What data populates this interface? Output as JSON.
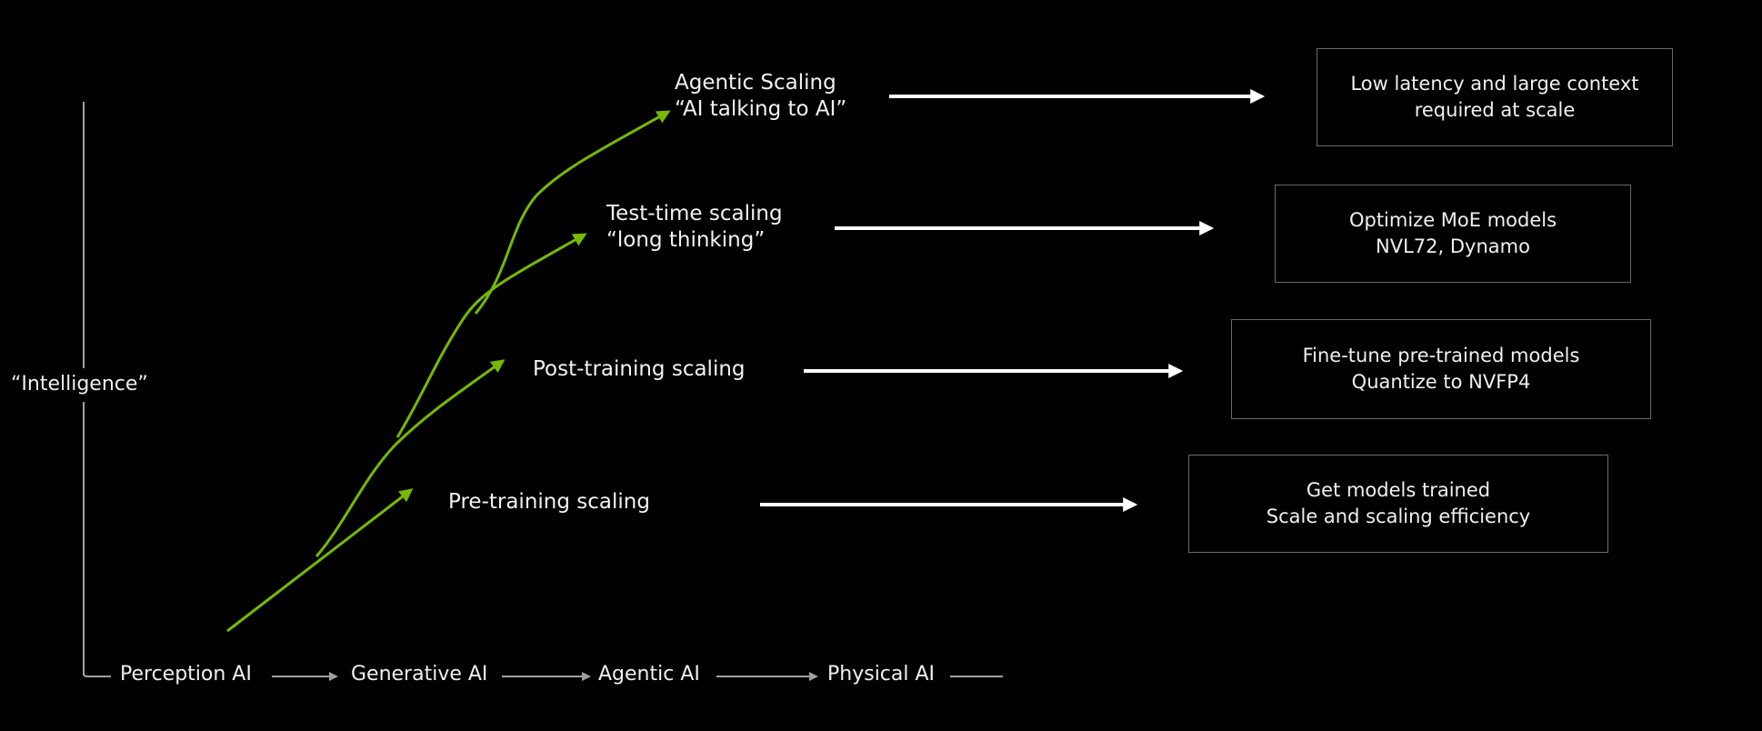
{
  "colors": {
    "background": "#000000",
    "accent_green": "#76b900",
    "text": "#f2f2f2",
    "axis": "#a0a0a0",
    "box_border": "#6a6a6a"
  },
  "y_axis": {
    "label": "“Intelligence”"
  },
  "x_axis": {
    "stages": [
      "Perception AI",
      "Generative AI",
      "Agentic AI",
      "Physical AI"
    ]
  },
  "scaling_laws": [
    {
      "title": "Agentic Scaling",
      "subtitle": "“AI talking to AI”",
      "box_lines": [
        "Low latency and large context",
        "required at scale"
      ]
    },
    {
      "title": "Test-time scaling",
      "subtitle": "“long thinking”",
      "box_lines": [
        "Optimize MoE models",
        "NVL72, Dynamo"
      ]
    },
    {
      "title": "Post-training scaling",
      "subtitle": "",
      "box_lines": [
        "Fine-tune pre-trained models",
        "Quantize to NVFP4"
      ]
    },
    {
      "title": "Pre-training scaling",
      "subtitle": "",
      "box_lines": [
        "Get models trained",
        "Scale and scaling efficiency"
      ]
    }
  ]
}
